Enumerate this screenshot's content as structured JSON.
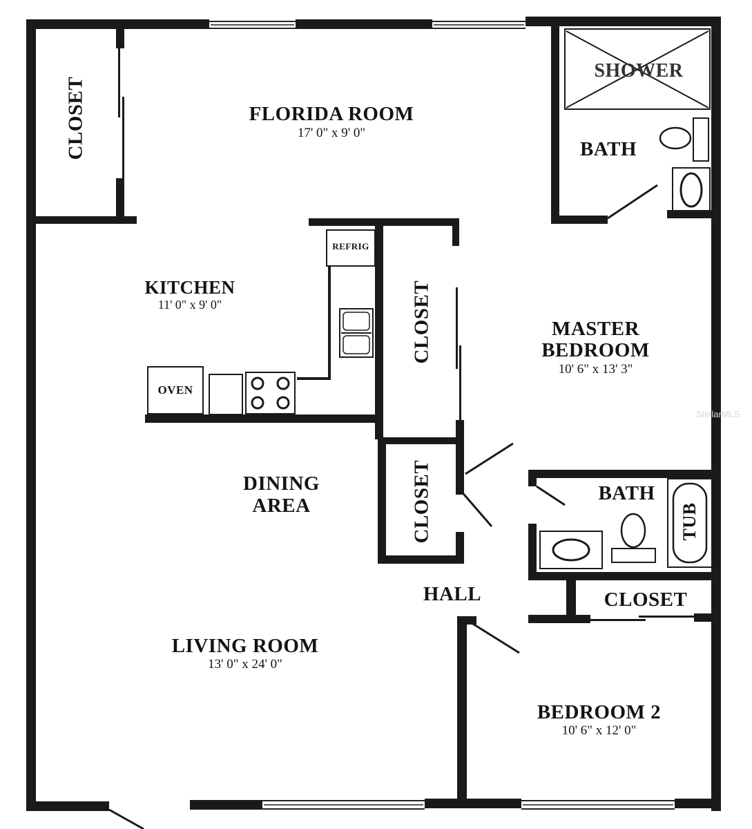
{
  "floor_plan": {
    "rooms": [
      {
        "id": "florida-room",
        "name": "FLORIDA ROOM",
        "dimensions": "17' 0\" x 9' 0\""
      },
      {
        "id": "kitchen",
        "name": "KITCHEN",
        "dimensions": "11' 0\" x 9' 0\""
      },
      {
        "id": "dining-area",
        "name_line1": "DINING",
        "name_line2": "AREA"
      },
      {
        "id": "living-room",
        "name": "LIVING ROOM",
        "dimensions": "13' 0\" x 24' 0\""
      },
      {
        "id": "master-bedroom",
        "name_line1": "MASTER",
        "name_line2": "BEDROOM",
        "dimensions": "10' 6\" x 13' 3\""
      },
      {
        "id": "bedroom-2",
        "name": "BEDROOM 2",
        "dimensions": "10' 6\" x 12' 0\""
      },
      {
        "id": "hall",
        "name": "HALL"
      },
      {
        "id": "master-bath",
        "name": "BATH"
      },
      {
        "id": "hall-bath",
        "name": "BATH"
      }
    ],
    "closets": [
      {
        "id": "florida-closet",
        "name": "CLOSET"
      },
      {
        "id": "hall-closet-large",
        "name": "CLOSET"
      },
      {
        "id": "hall-closet-small",
        "name": "CLOSET"
      },
      {
        "id": "bedroom2-closet",
        "name": "CLOSET"
      }
    ],
    "fixtures": {
      "shower": "SHOWER",
      "tub": "TUB",
      "refrigerator": "REFRIG",
      "oven": "OVEN"
    },
    "watermark": "StellarMLS",
    "colors": {
      "wall": "#1a1a1a",
      "background": "#ffffff",
      "text": "#141414"
    }
  }
}
